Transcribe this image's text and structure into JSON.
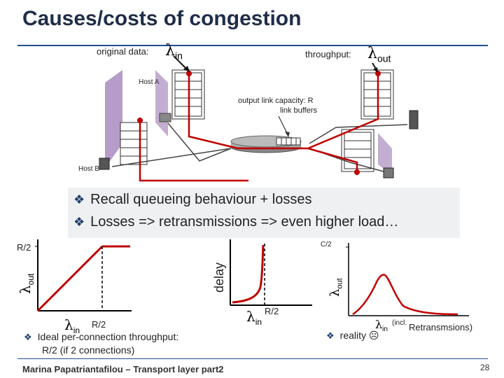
{
  "slide": {
    "title": "Causes/costs of congestion",
    "footer": "Marina Papatriantafilou –  Transport layer part2",
    "page_number": "28"
  },
  "network": {
    "original_data_label": "original data:",
    "lambda_in_symbol": "λ",
    "lambda_in_sub": "in",
    "throughput_label": "throughput:",
    "lambda_out_symbol": "λ",
    "lambda_out_sub": "out",
    "host_a": "Host A",
    "host_b": "Host B",
    "capacity_label": "output link capacity: R",
    "buffers_label": "link buffers"
  },
  "bullets": [
    "Recall queueing behaviour + losses",
    "Losses => retransmissions => even higher load…"
  ],
  "graph1": {
    "y_tick": "R/2",
    "ylabel_symbol": "λ",
    "ylabel_sub": "out",
    "xlabel_symbol": "λ",
    "xlabel_sub": "in",
    "x_tick": "R/2",
    "caption_line1": "Ideal per-connection throughput:",
    "caption_line2": "R/2 (if 2 connections)"
  },
  "graph2": {
    "ylabel": "delay",
    "xlabel_symbol": "λ",
    "xlabel_sub": "in",
    "x_tick": "R/2"
  },
  "graph3": {
    "y_tick": "C/2",
    "ylabel_symbol": "λ",
    "ylabel_sub": "out",
    "xlabel_symbol": "λ",
    "xlabel_sub": "in",
    "xlabel_incl": "(incl.",
    "xlabel_rest": "Retransmsions)",
    "caption": "reality",
    "caption_emoji": "☹"
  },
  "colors": {
    "title": "#1f2d4a",
    "accent": "#1f4e8c",
    "curve": "#c00000",
    "host_shadow": "#7a4b9a"
  }
}
